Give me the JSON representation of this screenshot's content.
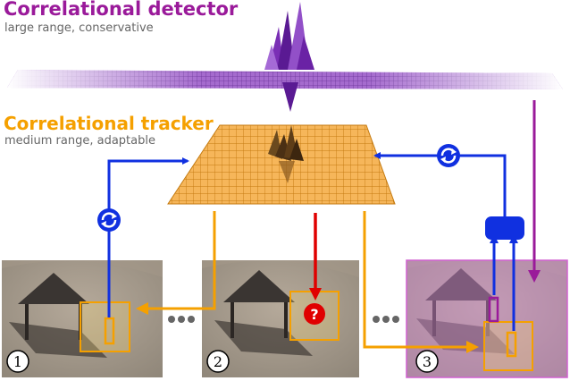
{
  "detector": {
    "title": "Correlational detector",
    "subtitle": "large range, conservative"
  },
  "tracker": {
    "title": "Correlational tracker",
    "subtitle": "medium range, adaptable"
  },
  "frames": [
    {
      "number": "1"
    },
    {
      "number": "2",
      "query": "?"
    },
    {
      "number": "3"
    }
  ],
  "colors": {
    "detector": "#9a1a9a",
    "tracker": "#f5a000",
    "update_arrow": "#1030e0",
    "failure_arrow": "#e00000"
  }
}
